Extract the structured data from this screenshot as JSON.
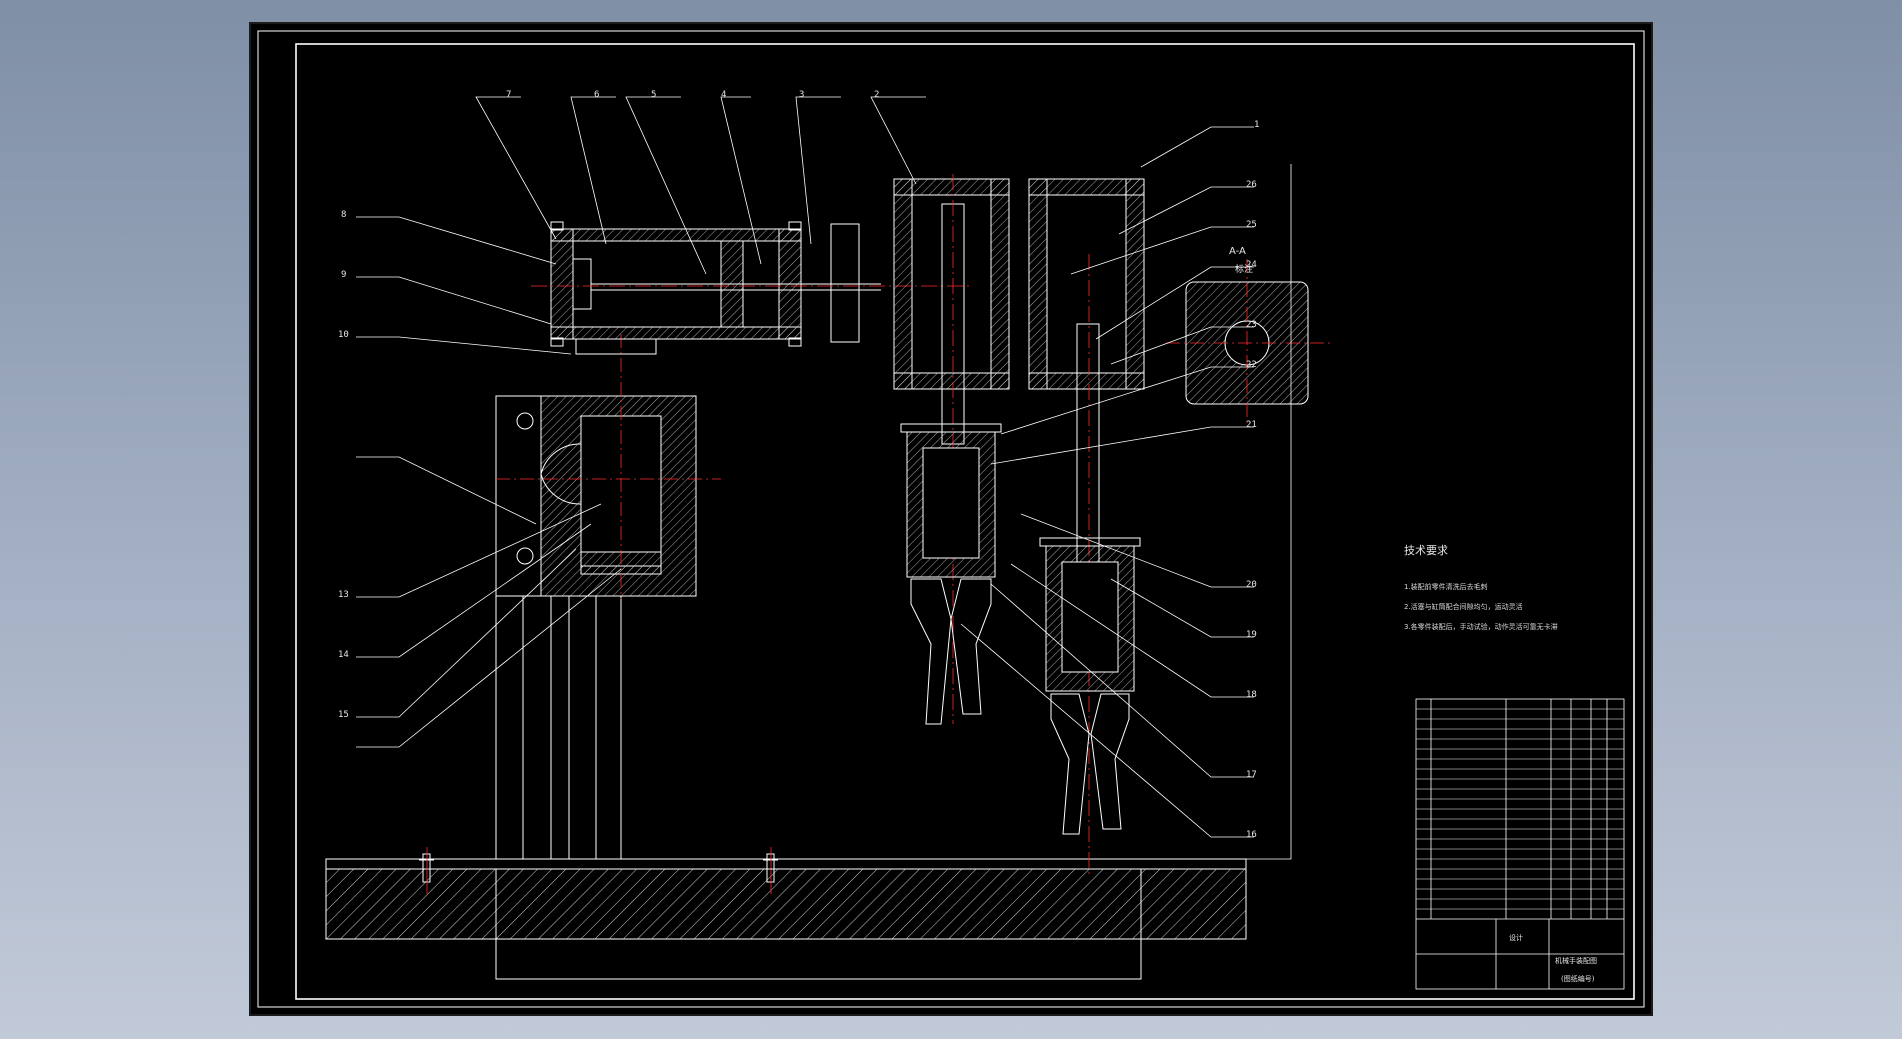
{
  "drawing": {
    "balloons": [
      "1",
      "2",
      "3",
      "4",
      "5",
      "6",
      "7",
      "8",
      "9",
      "10",
      "13",
      "14",
      "15",
      "16",
      "17",
      "18",
      "19",
      "20",
      "21",
      "22",
      "23",
      "24",
      "25",
      "26"
    ],
    "technical_requirements": {
      "title": "技术要求",
      "items": [
        "1.装配前零件清洗后去毛刺",
        "2.活塞与缸筒配合间隙均匀，运动灵活",
        "3.各零件装配后，手动试验，动作灵活可靠无卡滞"
      ]
    },
    "section_view_label": "A-A",
    "plate_caption": "标注"
  },
  "title_block": {
    "drawing_name": "机械手装配图",
    "school": "设计",
    "drawing_number": "(图纸编号)"
  },
  "colors": {
    "background": "#000000",
    "line": "#ffffff",
    "centerline": "#ff2a2a",
    "hatch": "#ffffff",
    "app_gradient_top": "#7f8fa6"
  }
}
